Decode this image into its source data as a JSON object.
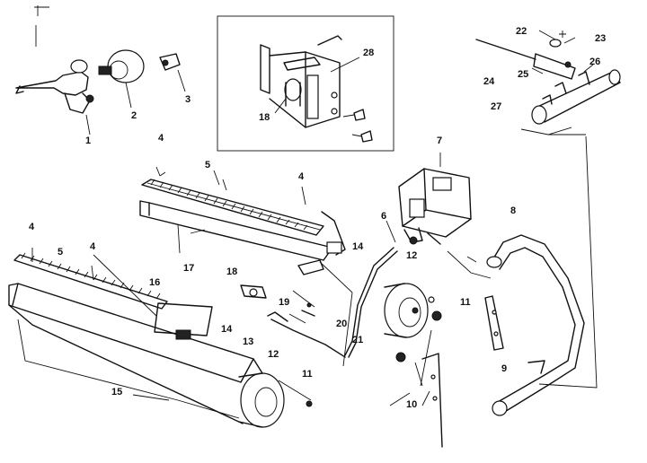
{
  "callouts": [
    {
      "id": "c1",
      "text": "1"
    },
    {
      "id": "c2",
      "text": "2"
    },
    {
      "id": "c3",
      "text": "3"
    },
    {
      "id": "c4a",
      "text": "4"
    },
    {
      "id": "c4b",
      "text": "4"
    },
    {
      "id": "c4c",
      "text": "4"
    },
    {
      "id": "c4d",
      "text": "4"
    },
    {
      "id": "c5a",
      "text": "5"
    },
    {
      "id": "c5b",
      "text": "5"
    },
    {
      "id": "c6",
      "text": "6"
    },
    {
      "id": "c7",
      "text": "7"
    },
    {
      "id": "c8",
      "text": "8"
    },
    {
      "id": "c9",
      "text": "9"
    },
    {
      "id": "c10",
      "text": "10"
    },
    {
      "id": "c11a",
      "text": "11"
    },
    {
      "id": "c11b",
      "text": "11"
    },
    {
      "id": "c12a",
      "text": "12"
    },
    {
      "id": "c12b",
      "text": "12"
    },
    {
      "id": "c13",
      "text": "13"
    },
    {
      "id": "c14a",
      "text": "14"
    },
    {
      "id": "c14b",
      "text": "14"
    },
    {
      "id": "c15",
      "text": "15"
    },
    {
      "id": "c16",
      "text": "16"
    },
    {
      "id": "c17",
      "text": "17"
    },
    {
      "id": "c18a",
      "text": "18"
    },
    {
      "id": "c18b",
      "text": "18"
    },
    {
      "id": "c19",
      "text": "19"
    },
    {
      "id": "c20",
      "text": "20"
    },
    {
      "id": "c21",
      "text": "21"
    },
    {
      "id": "c22",
      "text": "22"
    },
    {
      "id": "c23",
      "text": "23"
    },
    {
      "id": "c24",
      "text": "24"
    },
    {
      "id": "c25",
      "text": "25"
    },
    {
      "id": "c26",
      "text": "26"
    },
    {
      "id": "c27",
      "text": "27"
    },
    {
      "id": "c28",
      "text": "28"
    }
  ]
}
